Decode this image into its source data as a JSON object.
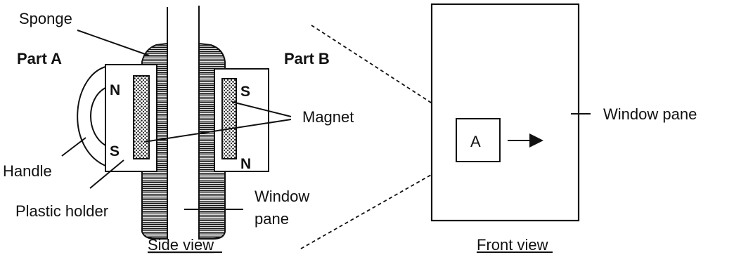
{
  "labels": {
    "sponge": "Sponge",
    "part_a": "Part A",
    "part_b": "Part B",
    "magnet": "Magnet",
    "handle": "Handle",
    "plastic_holder": "Plastic holder",
    "window_pane_side_line1": "Window",
    "window_pane_side_line2": "pane",
    "window_pane_front": "Window pane",
    "side_view": "Side view",
    "front_view": "Front view",
    "box_a": "A"
  },
  "poles": {
    "a_top": "N",
    "a_bottom": "S",
    "b_top": "S",
    "b_bottom": "N"
  }
}
